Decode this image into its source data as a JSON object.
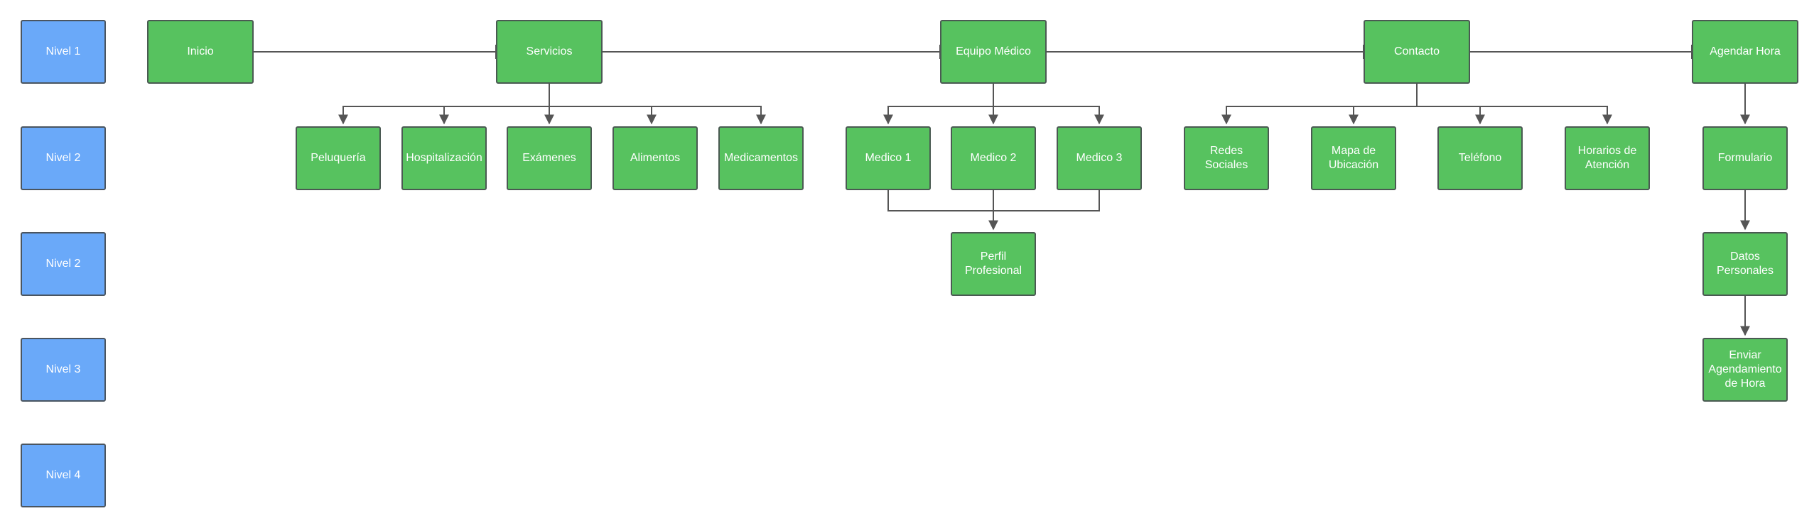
{
  "levels": [
    "Nivel 1",
    "Nivel 2",
    "Nivel 2",
    "Nivel 3",
    "Nivel 4"
  ],
  "nodes": {
    "inicio": "Inicio",
    "servicios": "Servicios",
    "equipo": "Equipo Médico",
    "contacto": "Contacto",
    "agendar": "Agendar Hora",
    "peluqueria": "Peluquería",
    "hospitalizacion": "Hospitalización",
    "examenes": "Exámenes",
    "alimentos": "Alimentos",
    "medicamentos": "Medicamentos",
    "medico1": "Medico 1",
    "medico2": "Medico 2",
    "medico3": "Medico 3",
    "perfil": "Perfil\nProfesional",
    "redes": "Redes\nSociales",
    "mapa": "Mapa de\nUbicación",
    "telefono": "Teléfono",
    "horarios": "Horarios de\nAtención",
    "formulario": "Formulario",
    "datos": "Datos\nPersonales",
    "enviar": "Enviar\nAgendamiento\nde Hora"
  },
  "colors": {
    "level_fill": "#6aa9f9",
    "node_fill": "#57c25f",
    "border": "#4a5a52",
    "connector": "#555555"
  }
}
